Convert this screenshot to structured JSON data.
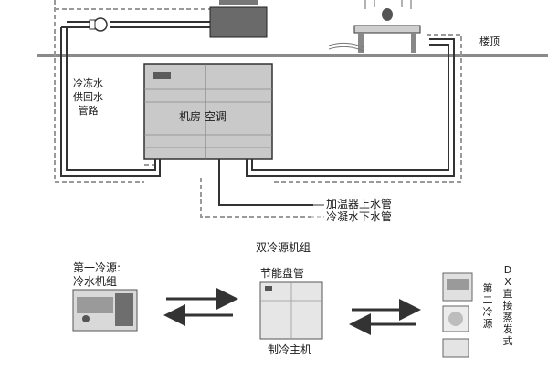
{
  "top_diagram": {
    "roof_label": "楼顶",
    "chilled_water_pipe_label": "冷冻水\n供回水\n管路",
    "machine_room_ac_label": "机房 空调",
    "humidifier_inlet_label": "加温器上水管",
    "condensate_drain_label": "冷凝水下水管"
  },
  "bottom_diagram": {
    "dual_source_unit_label": "双冷源机组",
    "energy_coil_label": "节能盘管",
    "chiller_label": "制冷主机",
    "first_source_label": "第一冷源:\n冷水机组",
    "dx_label": "DX直接蒸发式",
    "second_source_label": "第二冷源"
  },
  "colors": {
    "line": "#333333",
    "cabinet": "#c9c9c9",
    "cabinet_dark": "#5b5b5b",
    "roof": "#8a8a8a",
    "dashed": "#9a9a9a"
  }
}
